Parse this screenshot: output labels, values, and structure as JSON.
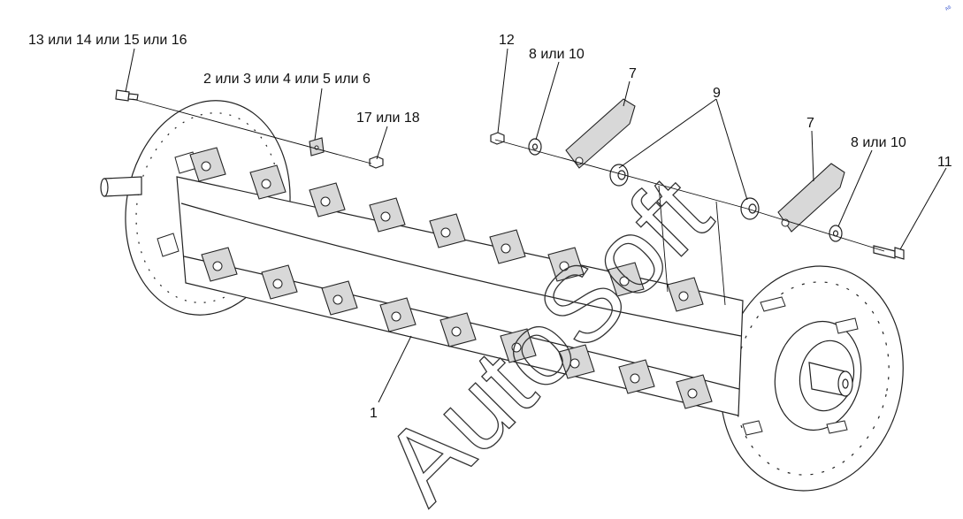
{
  "labels": {
    "fasteners_bolt": "13 или 14 или 15 или 16",
    "plates": "2 или 3 или 4 или 5 или 6",
    "nut_small": "17 или 18",
    "nut_12": "12",
    "washer_left": "8 или 10",
    "knife_left": "7",
    "bushing": "9",
    "knife_right": "7",
    "washer_right": "8 или 10",
    "bolt_11": "11",
    "rotor": "1"
  },
  "watermark": "AutoSoft",
  "corner_mark": "AS"
}
